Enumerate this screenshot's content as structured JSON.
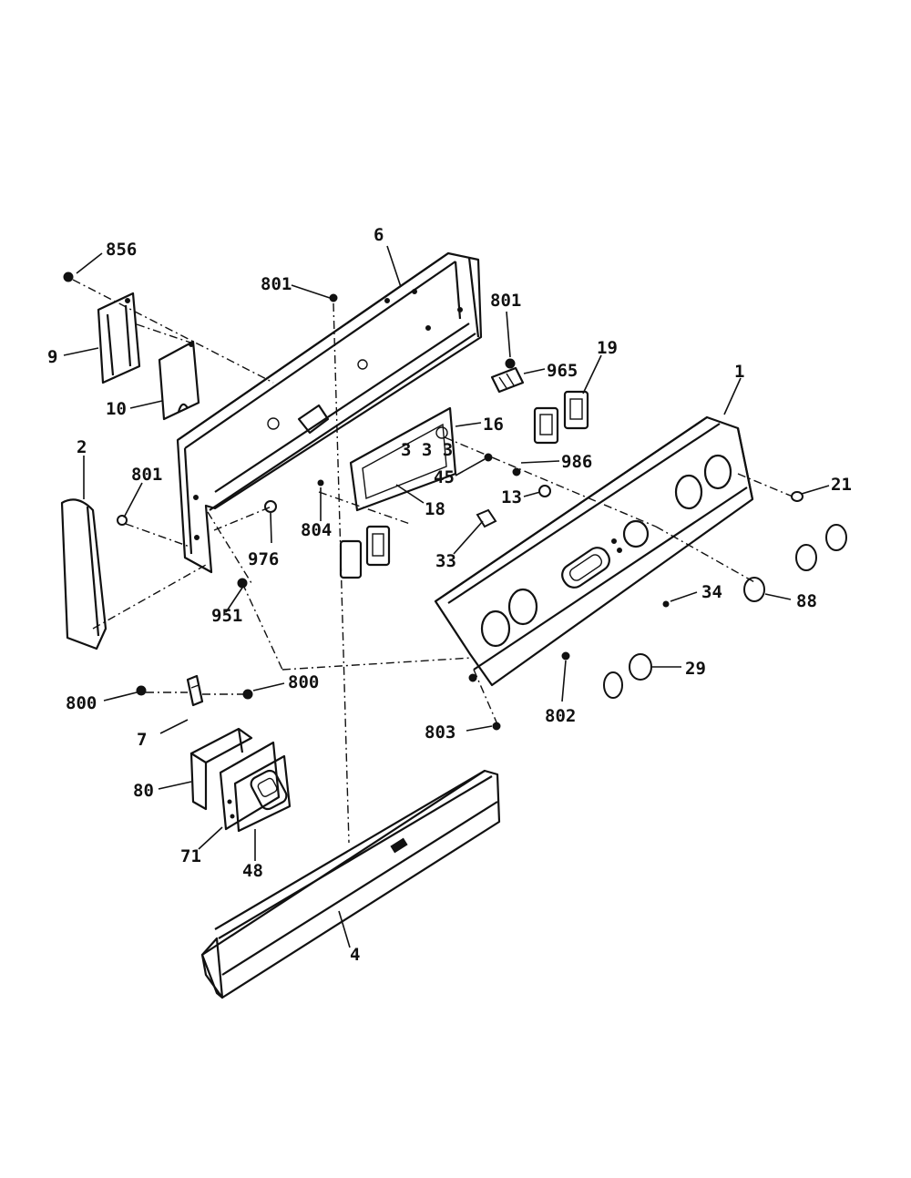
{
  "diagram": {
    "callouts": {
      "p856": "856",
      "p6": "6",
      "p801a": "801",
      "p801b": "801",
      "p9": "9",
      "p965": "965",
      "p19": "19",
      "p1": "1",
      "p10": "10",
      "p16": "16",
      "p986": "986",
      "p2": "2",
      "p801c": "801",
      "p45": "45",
      "p21": "21",
      "p13": "13",
      "p18": "18",
      "p804": "804",
      "p976": "976",
      "p33": "33",
      "p34": "34",
      "p88": "88",
      "p951": "951",
      "p800a": "800",
      "p800b": "800",
      "p29": "29",
      "p802": "802",
      "p7": "7",
      "p803": "803",
      "p80": "80",
      "p71": "71",
      "p48": "48",
      "p4": "4"
    }
  }
}
